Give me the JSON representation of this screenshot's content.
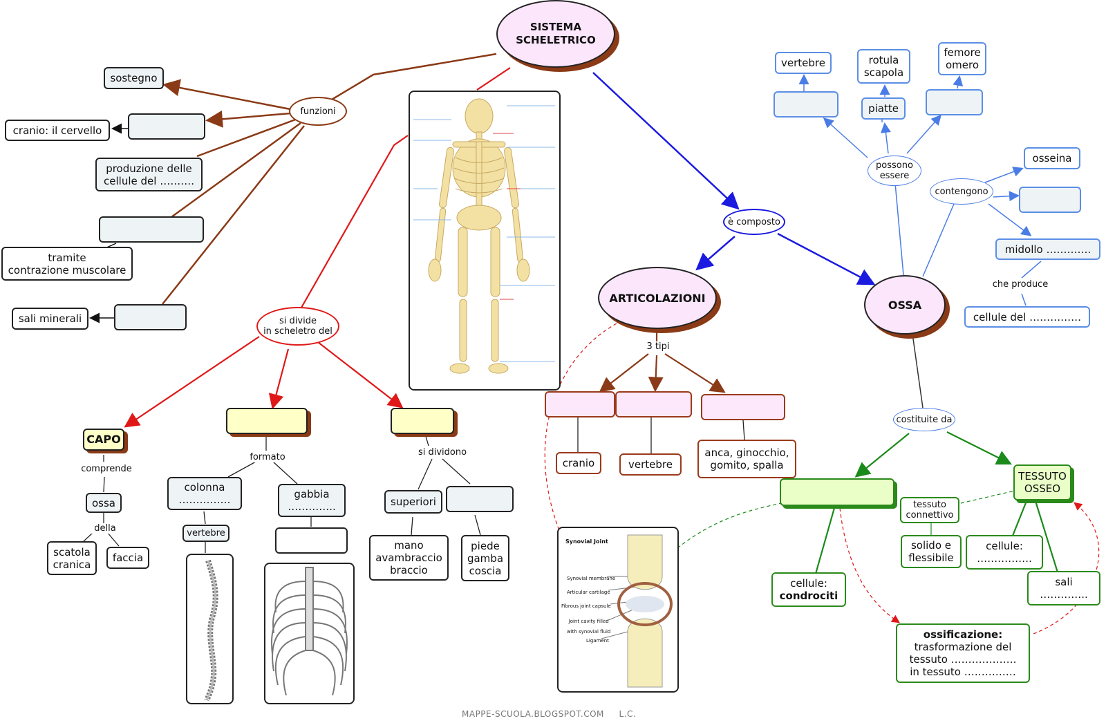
{
  "root": "SISTEMA\nSCHELETRICO",
  "funzioni": {
    "label": "funzioni",
    "sostegno": "sostegno",
    "cranio": "cranio: il cervello",
    "produzione": "produzione delle\ncellule del ……….",
    "tramite": "tramite\ncontrazione muscolare",
    "sali": "sali minerali"
  },
  "divide": {
    "label": "si divide\nin scheletro del",
    "capo": "CAPO",
    "comprende": "comprende",
    "ossa": "ossa",
    "della": "della",
    "scatola": "scatola\ncranica",
    "faccia": "faccia",
    "formato": "formato",
    "colonna": "colonna\n……………",
    "gabbia": "gabbia\n…………..",
    "vertebre": "vertebre",
    "si_dividono": "si dividono",
    "superiori": "superiori",
    "mano": "mano\navambraccio\nbraccio",
    "piede": "piede\ngamba\ncoscia"
  },
  "composto": "è composto",
  "articolazioni": {
    "title": "ARTICOLAZIONI",
    "tipi": "3 tipi",
    "cranio": "cranio",
    "vertebre": "vertebre",
    "anca": "anca, ginocchio,\ngomito, spalla",
    "image_title": "Synovial Joint",
    "image_labels": [
      "Synovial membrane",
      "Articular cartilage",
      "Fibrous joint capsule",
      "Joint cavity filled\nwith synovial fluid",
      "Ligament"
    ]
  },
  "ossa": {
    "title": "OSSA",
    "possono": "possono\nessere",
    "vertebre": "vertebre",
    "rotula": "rotula\nscapola",
    "femore": "femore\nomero",
    "piatte": "piatte",
    "contengono": "contengono",
    "osseina": "osseina",
    "midollo": "midollo ………….",
    "che_produce": "che produce",
    "cellule": "cellule del ……………",
    "costituite": "costituite da",
    "tessuto_osseo": "TESSUTO\nOSSEO",
    "tessuto_connettivo": "tessuto\nconnettivo",
    "solido": "solido e\nflessibile",
    "cellule_osseo": "cellule:\n…………….",
    "sali": "sali\n…………..",
    "condrociti_pre": "cellule:",
    "condrociti": "condrociti",
    "ossificazione_title": "ossificazione:",
    "ossificazione_text": "trasformazione del\ntessuto ……………….\nin tessuto ……………"
  },
  "footer": "MAPPE-SCUOLA.BLOGSPOT.COM     L.C.",
  "colors": {
    "brown": "#8a3a16",
    "red": "#e01818",
    "blue": "#1a1ae0",
    "lightblue": "#4a7ce6",
    "green": "#1a8a1a",
    "pink": "#fbe6fb",
    "yellow": "#ffffc8"
  }
}
